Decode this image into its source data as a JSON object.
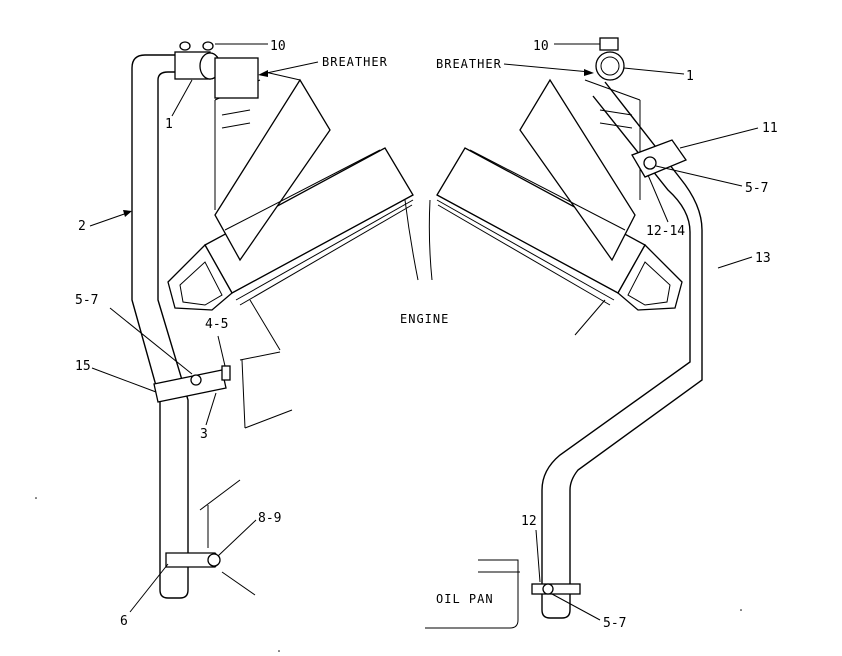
{
  "labels": {
    "breather_left": "BREATHER",
    "breather_right": "BREATHER",
    "engine": "ENGINE",
    "oil_pan": "OIL PAN"
  },
  "callouts": {
    "c10_left": "10",
    "c1_left": "1",
    "c2": "2",
    "c5_7_left": "5-7",
    "c4_5": "4-5",
    "c15": "15",
    "c3": "3",
    "c8_9": "8-9",
    "c6": "6",
    "c10_right": "10",
    "c1_right": "1",
    "c11": "11",
    "c5_7_right_upper": "5-7",
    "c12_14": "12-14",
    "c13": "13",
    "c12": "12",
    "c5_7_right_lower": "5-7"
  }
}
